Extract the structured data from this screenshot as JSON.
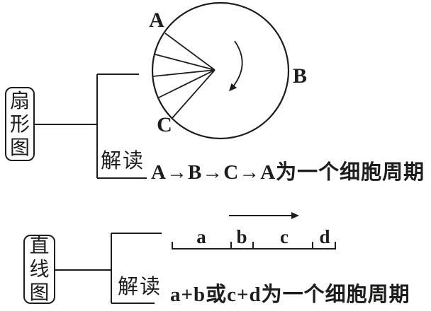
{
  "canvas": {
    "background": "#fefefe",
    "ink": "#1d1d1b"
  },
  "fan_section": {
    "box_label": "扇形图",
    "interpret_label": "解读",
    "interpretation": "A→B→C→A为一个细胞周期",
    "phase_labels": [
      "A",
      "B",
      "C"
    ],
    "rotation_direction": "clockwise"
  },
  "line_section": {
    "box_label": "直线图",
    "interpret_label": "解读",
    "interpretation": "a+b或c+d为一个细胞周期",
    "segment_labels": [
      "a",
      "b",
      "c",
      "d"
    ]
  }
}
